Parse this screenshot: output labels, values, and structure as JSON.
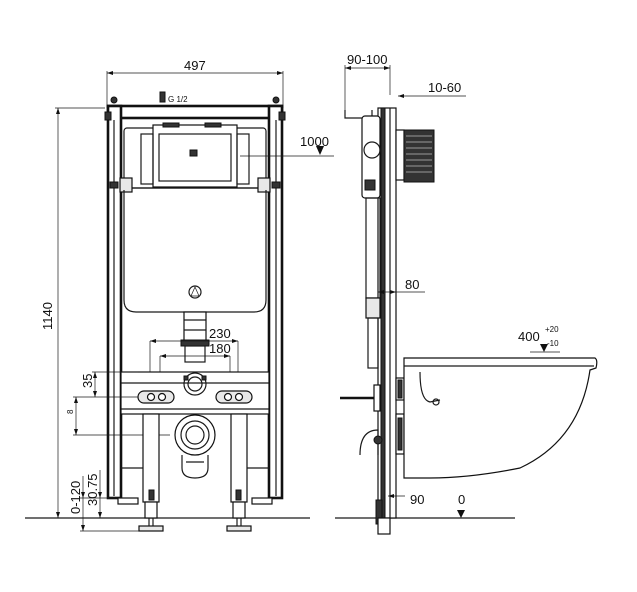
{
  "dimensions": {
    "frame_width": "497",
    "frame_height": "1140",
    "flush_offset_top": "90-100",
    "wall_gap": "10-60",
    "button_height": "1000",
    "profile_depth": "80",
    "bolt_spacing_outer": "230",
    "bolt_spacing_inner": "180",
    "bolt_height": "35",
    "bolt_small": "8",
    "foot_range": "0-120",
    "foot_offset": "30.75",
    "floor_depth": "90",
    "floor_level": "0",
    "bowl_height": "400",
    "bowl_tol_plus": "+20",
    "bowl_tol_minus": "-10",
    "inlet_note": "G 1/2"
  }
}
